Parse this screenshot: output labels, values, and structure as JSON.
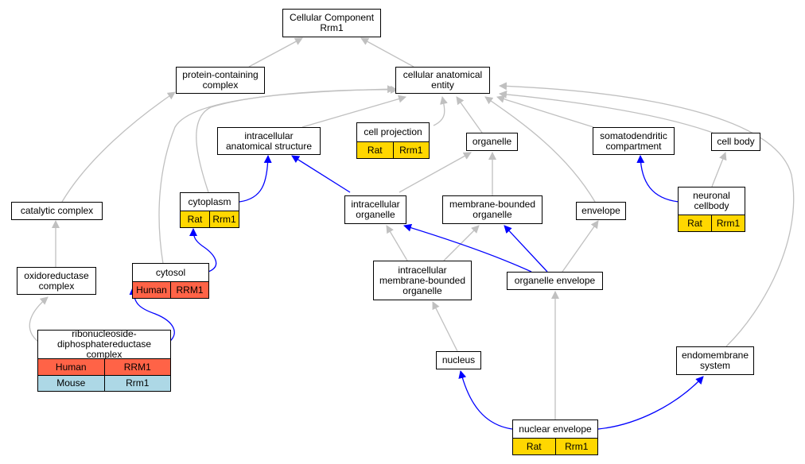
{
  "colors": {
    "grey_edge": "#c0c0c0",
    "blue_edge": "#0000ff",
    "rat": "#ffd700",
    "human": "#ff6347",
    "mouse": "#add8e6"
  },
  "nodes": {
    "root": [
      "Cellular Component",
      "Rrm1"
    ],
    "protein_complex": [
      "protein-containing",
      "complex"
    ],
    "cell_anat_entity": [
      "cellular anatomical",
      "entity"
    ],
    "intracellular_struct": [
      "intracellular",
      "anatomical structure"
    ],
    "cell_projection": [
      "cell projection"
    ],
    "organelle": [
      "organelle"
    ],
    "somatodendritic": [
      "somatodendritic",
      "compartment"
    ],
    "cell_body": [
      "cell body"
    ],
    "catalytic_complex": [
      "catalytic complex"
    ],
    "cytoplasm": [
      "cytoplasm"
    ],
    "intracellular_organelle": [
      "intracellular",
      "organelle"
    ],
    "membrane_bounded_organelle": [
      "membrane-bounded",
      "organelle"
    ],
    "envelope": [
      "envelope"
    ],
    "neuronal_cell_body": [
      "neuronal cell",
      "body"
    ],
    "oxidoreductase_complex": [
      "oxidoreductase",
      "complex"
    ],
    "cytosol": [
      "cytosol"
    ],
    "intra_membrane_bounded": [
      "intracellular",
      "membrane-bounded",
      "organelle"
    ],
    "organelle_envelope": [
      "organelle envelope"
    ],
    "rnr_complex": [
      "ribonucleoside-diphosphate",
      "reductase complex"
    ],
    "nucleus": [
      "nucleus"
    ],
    "endomembrane_system": [
      "endomembrane",
      "system"
    ],
    "nuclear_envelope": [
      "nuclear envelope"
    ]
  },
  "annotations": {
    "cell_projection": [
      [
        "Rat",
        "Rrm1"
      ]
    ],
    "cytoplasm": [
      [
        "Rat",
        "Rrm1"
      ]
    ],
    "neuronal_cell_body": [
      [
        "Rat",
        "Rrm1"
      ]
    ],
    "cytosol": [
      [
        "Human",
        "RRM1"
      ]
    ],
    "rnr_complex": [
      [
        "Human",
        "RRM1"
      ],
      [
        "Mouse",
        "Rrm1"
      ]
    ],
    "nuclear_envelope": [
      [
        "Rat",
        "Rrm1"
      ]
    ]
  }
}
